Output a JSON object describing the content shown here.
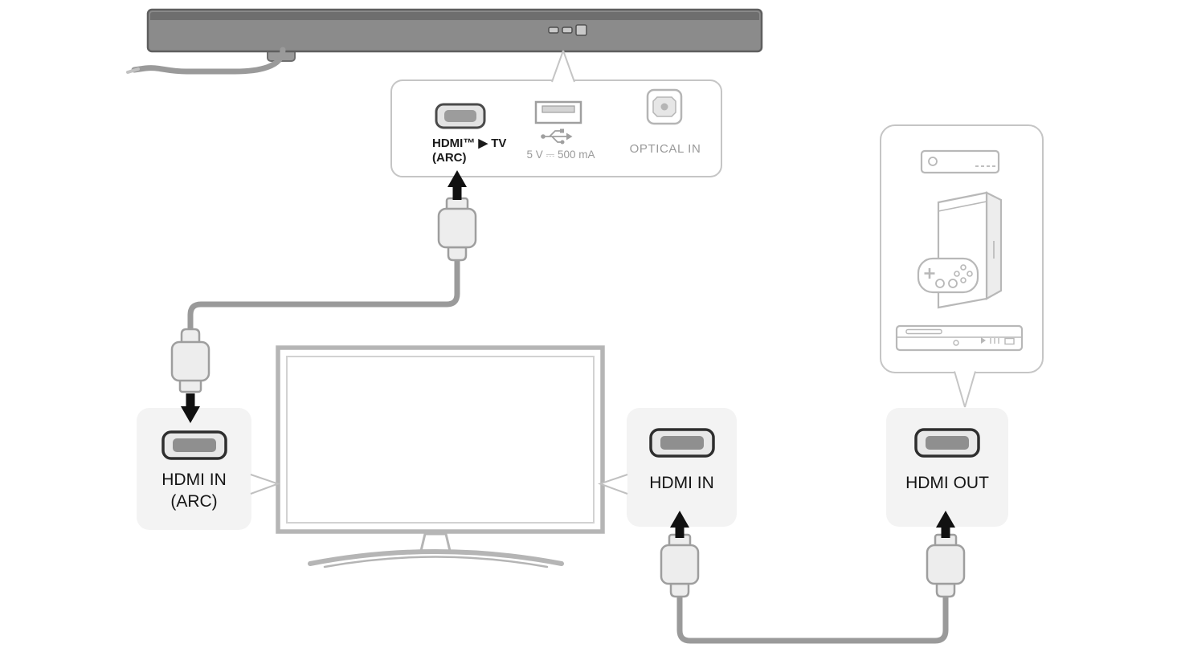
{
  "callout": {
    "hdmi_label_line1": "HDMI™ ▶ TV",
    "hdmi_label_line2": "(ARC)",
    "usb_label": "5 V ⎓ 500 mA",
    "optical_label": "OPTICAL IN"
  },
  "panels": {
    "tv_arc": {
      "line1": "HDMI IN",
      "line2": "(ARC)"
    },
    "tv_hdmi_in": {
      "label": "HDMI IN"
    },
    "source_hdmi_out": {
      "label": "HDMI OUT"
    }
  },
  "icons": {
    "soundbar": "gray-bar-shape",
    "power-cable": "curved-gray-line",
    "rear-ports-callout": "rounded-panel-with-pointer",
    "hdmi-port-icon": "dark-rounded-socket",
    "usb-port-icon": "usb-a-socket",
    "usb-symbol-icon": "usb-trident",
    "optical-port-icon": "toslink-square",
    "hdmi-plug-icon": "cable-plug-shape",
    "hdmi-cable": "gray-routed-line",
    "up-arrow-icon": "solid-black-arrow-up",
    "down-arrow-icon": "solid-black-arrow-down",
    "tv-icon": "outlined-television",
    "hdmi-connector-icon": "dark-rounded-socket",
    "set-top-box-icon": "line-drawing",
    "game-console-icon": "line-drawing",
    "blu-ray-player-icon": "line-drawing"
  },
  "colors": {
    "background": "#ffffff",
    "soundbar_body": "#8b8b8b",
    "soundbar_top": "#6e6e6e",
    "cable": "#9a9a9a",
    "panel_fill": "#f3f3f3",
    "callout_border": "#c5c5c5",
    "line_art": "#b5b5b5",
    "arrow": "#111111",
    "label_dark": "#1a1a1a",
    "label_gray": "#9a9a9a"
  }
}
